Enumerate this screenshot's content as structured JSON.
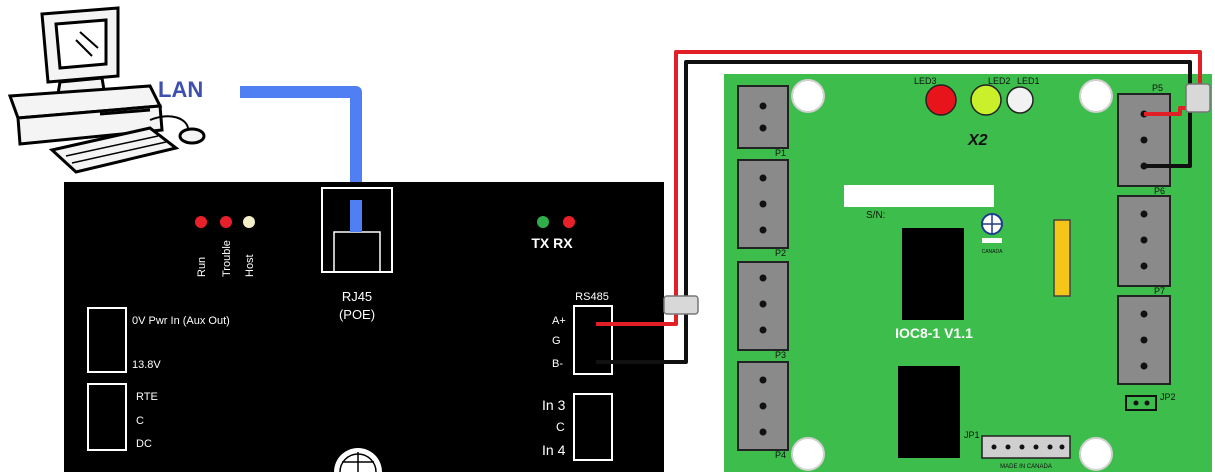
{
  "network": {
    "lan_label": "LAN"
  },
  "controller": {
    "leds": [
      {
        "label": "Run",
        "color": "#e8202a"
      },
      {
        "label": "Trouble",
        "color": "#e8202a"
      },
      {
        "label": "Host",
        "color": "#f4efc8"
      }
    ],
    "comm_leds": {
      "label": "TX RX",
      "tx_color": "#2fae4a",
      "rx_color": "#e8202a"
    },
    "rj45": {
      "line1": "RJ45",
      "line2": "(POE)"
    },
    "power_terminal": {
      "top_label": "0V Pwr In (Aux Out)",
      "bottom_label": "13.8V"
    },
    "rte_terminal": {
      "labels": [
        "RTE",
        "C",
        "DC"
      ]
    },
    "rs485": {
      "title": "RS485",
      "pins": [
        "A+",
        "G",
        "B-"
      ]
    },
    "input_terminal": {
      "labels": [
        "In 3",
        "C",
        "In 4"
      ]
    }
  },
  "board": {
    "color": "#3dbd4c",
    "leds": [
      {
        "label": "LED3",
        "color": "#e8141c"
      },
      {
        "label": "LED2",
        "color": "#c9f02a"
      },
      {
        "label": "LED1",
        "color": "#f2f2f2"
      }
    ],
    "connectors_left": [
      "P1",
      "P2",
      "P3",
      "P4"
    ],
    "connectors_right": [
      "P5",
      "P6",
      "P7"
    ],
    "model": "IOC8-1  V1.1",
    "serial_label": "S/N:",
    "jp1": "JP1",
    "jp2": "JP2",
    "made_in": "MADE IN CANADA",
    "logo_caption": "CANADA",
    "marking": "X2"
  },
  "wires": {
    "red": "#e01f26",
    "black": "#111111",
    "lan": "#4f7ff2"
  }
}
